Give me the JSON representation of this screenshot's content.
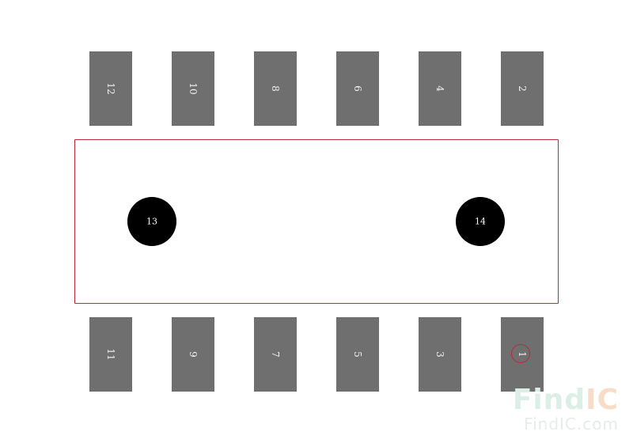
{
  "pads": {
    "top": [
      {
        "label": "12"
      },
      {
        "label": "10"
      },
      {
        "label": "8"
      },
      {
        "label": "6"
      },
      {
        "label": "4"
      },
      {
        "label": "2"
      }
    ],
    "bottom": [
      {
        "label": "11"
      },
      {
        "label": "9"
      },
      {
        "label": "7"
      },
      {
        "label": "5"
      },
      {
        "label": "3"
      },
      {
        "label": "1"
      }
    ]
  },
  "holes": [
    {
      "label": "13"
    },
    {
      "label": "14"
    }
  ],
  "colors": {
    "pad": "#6f6f6f",
    "outline": "#c0283c",
    "hole": "#000000"
  },
  "watermark": {
    "logo_find": "Find",
    "logo_ic": "IC",
    "url": "FindIC.com"
  }
}
